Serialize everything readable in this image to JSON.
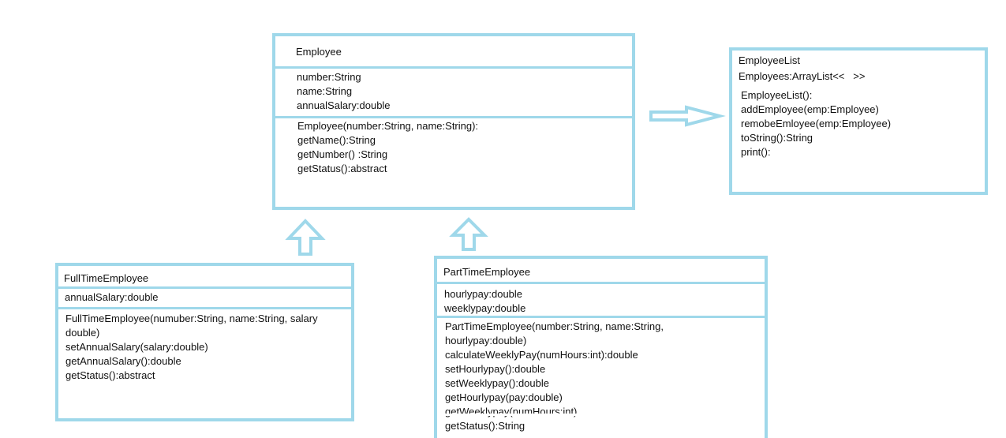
{
  "employee": {
    "name": "Employee",
    "attributes": [
      "number:String",
      "name:String",
      "annualSalary:double"
    ],
    "methods": [
      "Employee(number:String, name:String):",
      "getName():String",
      "getNumber() :String",
      "getStatus():abstract"
    ]
  },
  "employee_list": {
    "name": "EmployeeList",
    "attribute": "Employees:ArrayList<<   >>",
    "methods": [
      "EmployeeList():",
      "addEmployee(emp:Employee)",
      "remobeEmloyee(emp:Employee)",
      "toString():String",
      "print():"
    ]
  },
  "full_time_employee": {
    "name": "FullTimeEmployee",
    "attributes": [
      "annualSalary:double"
    ],
    "methods": [
      "FullTimeEmployee(numuber:String, name:String, salary double)",
      "setAnnualSalary(salary:double)",
      "getAnnualSalary():double",
      "getStatus():abstract"
    ]
  },
  "part_time_employee": {
    "name": "PartTimeEmployee",
    "attributes": [
      "hourlypay:double",
      "weeklypay:double"
    ],
    "methods": [
      "PartTimeEmployee(number:String, name:String, hourlypay:double)",
      "calculateWeeklyPay(numHours:int):double",
      "setHourlypay():double",
      "setWeeklypay():double",
      "getHourlypay(pay:double)",
      "getWeeklypay(numHours:int)",
      "getStatus():String"
    ]
  },
  "colors": {
    "border": "#9fd8ea",
    "text": "#111111",
    "background": "#ffffff"
  }
}
